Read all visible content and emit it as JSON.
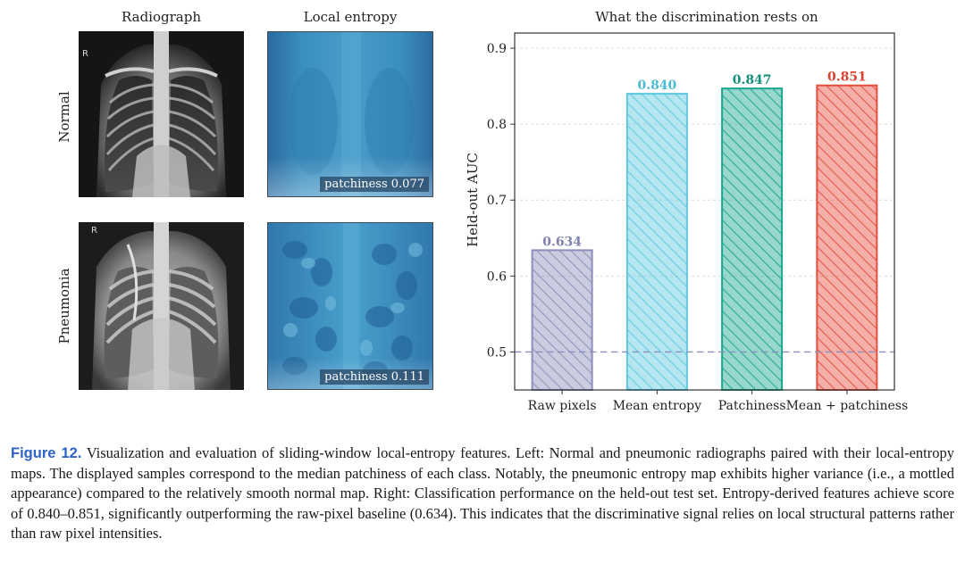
{
  "panels": {
    "col_radiograph": "Radiograph",
    "col_entropy": "Local entropy",
    "row_normal": "Normal",
    "row_pneumonia": "Pneumonia",
    "xray_marker": "R",
    "normal_patchiness": "patchiness 0.077",
    "pneumonia_patchiness": "patchiness 0.111"
  },
  "colors": {
    "raw_pixels": "#8b8fba",
    "mean_entropy": "#5ec8df",
    "patchiness": "#1aa68f",
    "mean_patchiness": "#e54d3e",
    "baseline": "#8a8fbf"
  },
  "chart_data": {
    "type": "bar",
    "title": "What the discrimination rests on",
    "ylabel": "Held-out AUC",
    "xlabel": "",
    "ylim": [
      0.45,
      0.92
    ],
    "yticks": [
      0.5,
      0.6,
      0.7,
      0.8,
      0.9
    ],
    "ytick_labels": [
      "0.5",
      "0.6",
      "0.7",
      "0.8",
      "0.9"
    ],
    "grid": true,
    "baseline": 0.5,
    "categories": [
      "Raw pixels",
      "Mean entropy",
      "Patchiness",
      "Mean + patchiness"
    ],
    "values": [
      0.634,
      0.84,
      0.847,
      0.851
    ],
    "value_labels": [
      "0.634",
      "0.840",
      "0.847",
      "0.851"
    ],
    "bar_colors": [
      "#8b8fba",
      "#5ec8df",
      "#1aa68f",
      "#e54d3e"
    ],
    "label_colors": [
      "#7e82b0",
      "#4bbad3",
      "#138f7b",
      "#d9402f"
    ]
  },
  "caption": {
    "label": "Figure 12.",
    "text": " Visualization and evaluation of sliding-window local-entropy features. Left: Normal and pneumonic radiographs paired with their local-entropy maps. The displayed samples correspond to the median patchiness of each class. Notably, the pneumonic entropy map exhibits higher variance (i.e., a mottled appearance) compared to the relatively smooth normal map. Right: Classification performance on the held-out test set. Entropy-derived features achieve score of 0.840–0.851, significantly outperforming the raw-pixel baseline (0.634). This indicates that the discriminative signal relies on local structural patterns rather than raw pixel intensities."
  }
}
